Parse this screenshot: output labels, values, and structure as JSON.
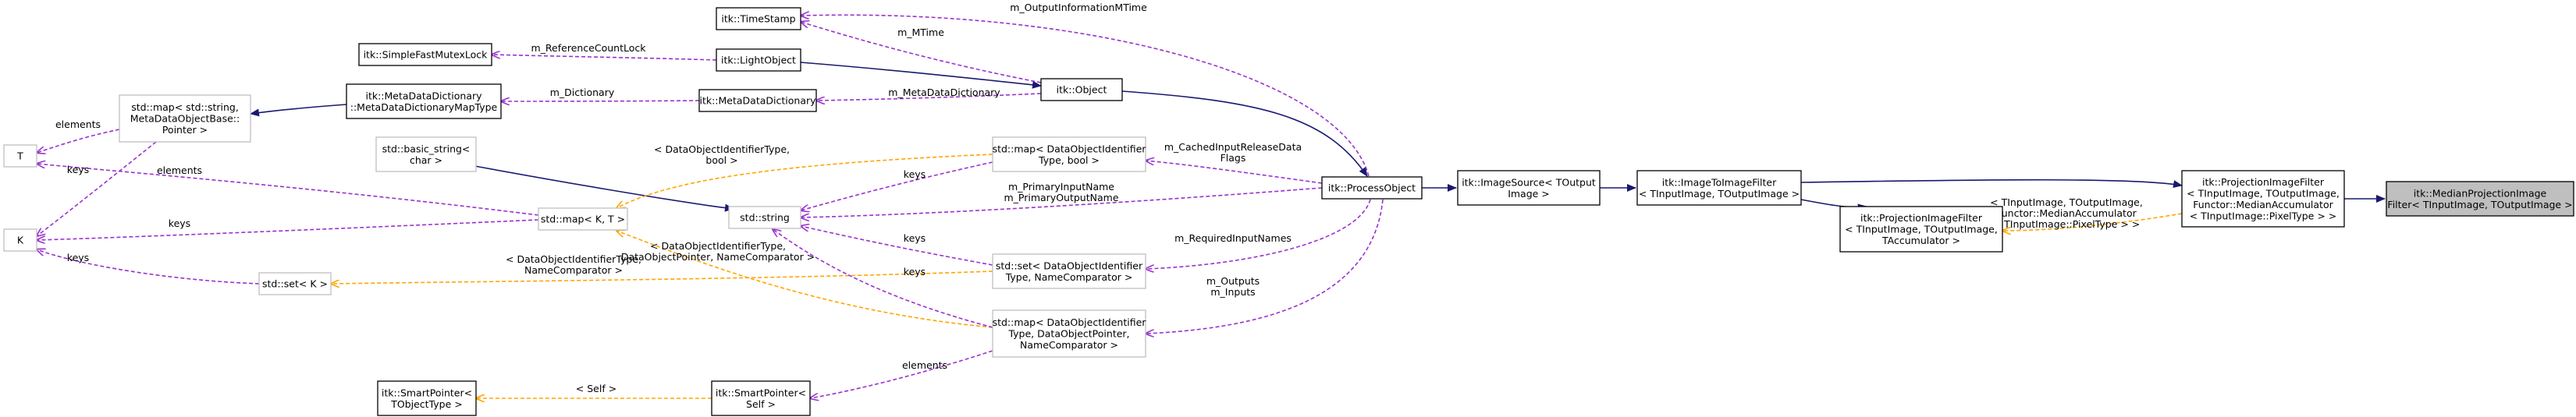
{
  "nodes": [
    {
      "id": "median",
      "lines": [
        "itk::MedianProjectionImage",
        "Filter< TInputImage, TOutputImage >"
      ],
      "style": "focus"
    },
    {
      "id": "projection_median",
      "lines": [
        "itk::ProjectionImageFilter",
        "< TInputImage, TOutputImage,",
        "Functor::MedianAccumulator",
        "< TInputImage::PixelType > >"
      ],
      "style": "normal"
    },
    {
      "id": "projection_generic",
      "lines": [
        "itk::ProjectionImageFilter",
        "< TInputImage, TOutputImage,",
        "TAccumulator >"
      ],
      "style": "normal"
    },
    {
      "id": "image_to_image",
      "lines": [
        "itk::ImageToImageFilter",
        "< TInputImage, TOutputImage >"
      ],
      "style": "normal"
    },
    {
      "id": "image_source",
      "lines": [
        "itk::ImageSource< TOutput",
        "Image >"
      ],
      "style": "normal"
    },
    {
      "id": "process_object",
      "lines": [
        "itk::ProcessObject"
      ],
      "style": "normal"
    },
    {
      "id": "object",
      "lines": [
        "itk::Object"
      ],
      "style": "normal"
    },
    {
      "id": "light_object",
      "lines": [
        "itk::LightObject"
      ],
      "style": "normal"
    },
    {
      "id": "time_stamp",
      "lines": [
        "itk::TimeStamp"
      ],
      "style": "normal"
    },
    {
      "id": "mutex_lock",
      "lines": [
        "itk::SimpleFastMutexLock"
      ],
      "style": "normal"
    },
    {
      "id": "meta_dict",
      "lines": [
        "itk::MetaDataDictionary"
      ],
      "style": "normal"
    },
    {
      "id": "meta_dict_map_type",
      "lines": [
        "itk::MetaDataDictionary",
        "::MetaDataDictionaryMapType"
      ],
      "style": "normal"
    },
    {
      "id": "std_map_meta",
      "lines": [
        "std::map< std::string,",
        "MetaDataObjectBase::",
        "Pointer >"
      ],
      "style": "gray"
    },
    {
      "id": "T",
      "lines": [
        "T"
      ],
      "style": "gray"
    },
    {
      "id": "K",
      "lines": [
        "K"
      ],
      "style": "gray"
    },
    {
      "id": "basic_string",
      "lines": [
        "std::basic_string<",
        "char >"
      ],
      "style": "gray"
    },
    {
      "id": "std_string",
      "lines": [
        "std::string"
      ],
      "style": "gray"
    },
    {
      "id": "std_map_KT",
      "lines": [
        "std::map< K, T >"
      ],
      "style": "gray"
    },
    {
      "id": "std_set_K",
      "lines": [
        "std::set< K >"
      ],
      "style": "gray"
    },
    {
      "id": "map_bool",
      "lines": [
        "std::map< DataObjectIdentifier",
        "Type, bool >"
      ],
      "style": "gray"
    },
    {
      "id": "set_ident",
      "lines": [
        "std::set< DataObjectIdentifier",
        "Type, NameComparator >"
      ],
      "style": "gray"
    },
    {
      "id": "map_ident_ptr",
      "lines": [
        "std::map< DataObjectIdentifier",
        "Type, DataObjectPointer,",
        "NameComparator >"
      ],
      "style": "gray"
    },
    {
      "id": "smart_ptr_self",
      "lines": [
        "itk::SmartPointer<",
        "Self >"
      ],
      "style": "normal"
    },
    {
      "id": "smart_ptr_tobj",
      "lines": [
        "itk::SmartPointer<",
        "TObjectType >"
      ],
      "style": "normal"
    }
  ],
  "edges": [
    {
      "from": "projection_median",
      "to": "median",
      "kind": "inherit",
      "label": []
    },
    {
      "from": "image_to_image",
      "to": "projection_median",
      "kind": "inherit",
      "label": []
    },
    {
      "from": "image_to_image",
      "to": "projection_generic",
      "kind": "inherit",
      "label": []
    },
    {
      "from": "image_source",
      "to": "image_to_image",
      "kind": "inherit",
      "label": []
    },
    {
      "from": "process_object",
      "to": "image_source",
      "kind": "inherit",
      "label": []
    },
    {
      "from": "object",
      "to": "process_object",
      "kind": "inherit",
      "label": []
    },
    {
      "from": "light_object",
      "to": "object",
      "kind": "inherit",
      "label": []
    },
    {
      "from": "meta_dict_map_type",
      "to": "std_map_meta",
      "kind": "inherit",
      "label": []
    },
    {
      "from": "basic_string",
      "to": "std_string",
      "kind": "inherit",
      "label": []
    },
    {
      "from": "projection_generic",
      "to": "projection_median",
      "kind": "template",
      "label": [
        "< TInputImage, TOutputImage,",
        "Functor::MedianAccumulator",
        "< TInputImage::PixelType > >"
      ]
    },
    {
      "from": "time_stamp",
      "to": "object",
      "kind": "usage",
      "label": [
        "m_MTime"
      ]
    },
    {
      "from": "time_stamp",
      "to": "process_object",
      "kind": "usage",
      "label": [
        "m_OutputInformationMTime"
      ]
    },
    {
      "from": "mutex_lock",
      "to": "light_object",
      "kind": "usage",
      "label": [
        "m_ReferenceCountLock"
      ]
    },
    {
      "from": "meta_dict",
      "to": "object",
      "kind": "usage",
      "label": [
        "m_MetaDataDictionary"
      ]
    },
    {
      "from": "meta_dict_map_type",
      "to": "meta_dict",
      "kind": "usage",
      "label": [
        "m_Dictionary"
      ]
    },
    {
      "from": "std_map_meta",
      "to": "T",
      "kind": "usage",
      "label": [
        "elements"
      ]
    },
    {
      "from": "std_map_meta",
      "to": "K",
      "kind": "usage",
      "label": [
        "keys"
      ]
    },
    {
      "from": "std_map_KT",
      "to": "T",
      "kind": "usage",
      "label": [
        "elements"
      ]
    },
    {
      "from": "std_map_KT",
      "to": "K",
      "kind": "usage",
      "label": [
        "keys"
      ]
    },
    {
      "from": "std_set_K",
      "to": "K",
      "kind": "usage",
      "label": [
        "keys"
      ]
    },
    {
      "from": "map_bool",
      "to": "std_map_KT",
      "kind": "template",
      "label": [
        "< DataObjectIdentifierType,",
        "bool >"
      ]
    },
    {
      "from": "map_ident_ptr",
      "to": "std_map_KT",
      "kind": "template",
      "label": [
        "< DataObjectIdentifierType,",
        "DataObjectPointer, NameComparator >"
      ]
    },
    {
      "from": "set_ident",
      "to": "std_set_K",
      "kind": "template",
      "label": [
        "< DataObjectIdentifierType,",
        "NameComparator >"
      ]
    },
    {
      "from": "map_bool",
      "to": "std_string",
      "kind": "usage",
      "label": [
        "keys"
      ]
    },
    {
      "from": "set_ident",
      "to": "std_string",
      "kind": "usage",
      "label": [
        "keys"
      ]
    },
    {
      "from": "map_ident_ptr",
      "to": "std_string",
      "kind": "usage",
      "label": [
        "keys"
      ]
    },
    {
      "from": "map_bool",
      "to": "process_object",
      "kind": "usage",
      "label": [
        "m_CachedInputReleaseData",
        "Flags"
      ]
    },
    {
      "from": "std_string",
      "to": "process_object",
      "kind": "usage",
      "label": [
        "m_PrimaryInputName",
        "m_PrimaryOutputName"
      ]
    },
    {
      "from": "set_ident",
      "to": "process_object",
      "kind": "usage",
      "label": [
        "m_RequiredInputNames"
      ]
    },
    {
      "from": "map_ident_ptr",
      "to": "process_object",
      "kind": "usage",
      "label": [
        "m_Outputs",
        "m_Inputs"
      ]
    },
    {
      "from": "smart_ptr_self",
      "to": "map_ident_ptr",
      "kind": "usage",
      "label": [
        "elements"
      ]
    },
    {
      "from": "smart_ptr_tobj",
      "to": "smart_ptr_self",
      "kind": "template",
      "label": [
        "< Self >"
      ]
    }
  ],
  "colors": {
    "inherit": "#191970",
    "usage": "#9a32cd",
    "template": "#ffa500",
    "box_border": "#000000",
    "box_border_gray": "#bfbfbf",
    "focus_fill": "#bfbfbf"
  }
}
